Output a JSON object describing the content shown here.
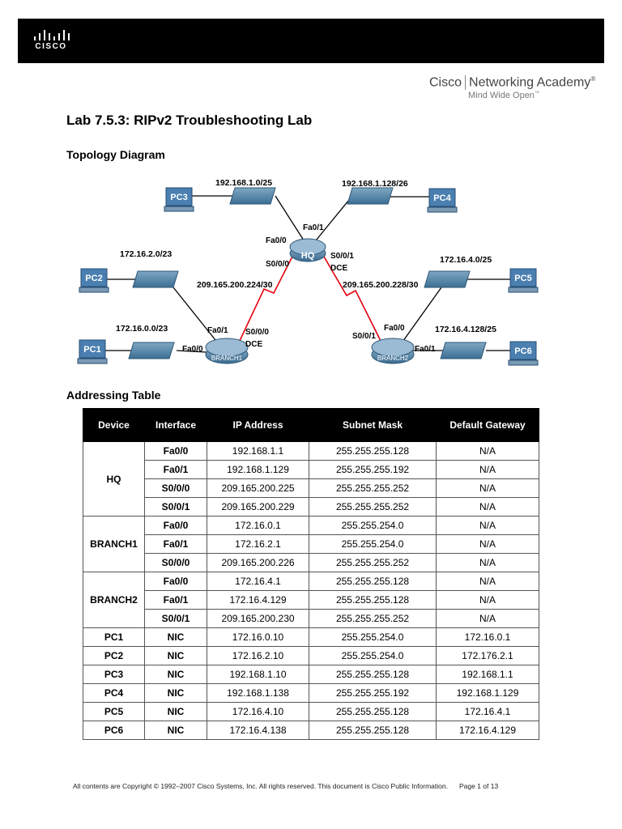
{
  "header": {
    "logo_text": "CISCO",
    "academy_brand_left": "Cisco",
    "academy_brand_right": "Networking Academy",
    "academy_registered": "®",
    "academy_tagline": "Mind Wide Open",
    "academy_tm": "™"
  },
  "lab_title": "Lab 7.5.3: RIPv2 Troubleshooting Lab",
  "topology": {
    "heading": "Topology Diagram",
    "networks": {
      "net_pc3": "192.168.1.0/25",
      "net_pc4": "192.168.1.128/26",
      "net_pc2": "172.16.2.0/23",
      "net_pc5": "172.16.4.0/25",
      "net_pc1": "172.16.0.0/23",
      "net_pc6": "172.16.4.128/25",
      "wan_left": "209.165.200.224/30",
      "wan_right": "209.165.200.228/30"
    },
    "devices": {
      "hq": "HQ",
      "branch1": "BRANCH1",
      "branch2": "BRANCH2",
      "pc1": "PC1",
      "pc2": "PC2",
      "pc3": "PC3",
      "pc4": "PC4",
      "pc5": "PC5",
      "pc6": "PC6"
    },
    "interfaces": {
      "hq_fa01": "Fa0/1",
      "hq_fa00": "Fa0/0",
      "hq_s000": "S0/0/0",
      "hq_s001": "S0/0/1",
      "hq_dce": "DCE",
      "b1_fa01": "Fa0/1",
      "b1_fa00": "Fa0/0",
      "b1_s000": "S0/0/0",
      "b1_dce": "DCE",
      "b2_s001": "S0/0/1",
      "b2_fa00": "Fa0/0",
      "b2_fa01": "Fa0/1"
    },
    "colors": {
      "wan_link": "#e8000d",
      "device_blue": "#3c6f93",
      "pc_blue": "#4a7fb0"
    }
  },
  "addressing": {
    "heading": "Addressing Table",
    "columns": [
      "Device",
      "Interface",
      "IP Address",
      "Subnet Mask",
      "Default Gateway"
    ],
    "groups": [
      {
        "device": "HQ",
        "rows": [
          [
            "Fa0/0",
            "192.168.1.1",
            "255.255.255.128",
            "N/A"
          ],
          [
            "Fa0/1",
            "192.168.1.129",
            "255.255.255.192",
            "N/A"
          ],
          [
            "S0/0/0",
            "209.165.200.225",
            "255.255.255.252",
            "N/A"
          ],
          [
            "S0/0/1",
            "209.165.200.229",
            "255.255.255.252",
            "N/A"
          ]
        ]
      },
      {
        "device": "BRANCH1",
        "rows": [
          [
            "Fa0/0",
            "172.16.0.1",
            "255.255.254.0",
            "N/A"
          ],
          [
            "Fa0/1",
            "172.16.2.1",
            "255.255.254.0",
            "N/A"
          ],
          [
            "S0/0/0",
            "209.165.200.226",
            "255.255.255.252",
            "N/A"
          ]
        ]
      },
      {
        "device": "BRANCH2",
        "rows": [
          [
            "Fa0/0",
            "172.16.4.1",
            "255.255.255.128",
            "N/A"
          ],
          [
            "Fa0/1",
            "172.16.4.129",
            "255.255.255.128",
            "N/A"
          ],
          [
            "S0/0/1",
            "209.165.200.230",
            "255.255.255.252",
            "N/A"
          ]
        ]
      },
      {
        "device": "PC1",
        "rows": [
          [
            "NIC",
            "172.16.0.10",
            "255.255.254.0",
            "172.16.0.1"
          ]
        ]
      },
      {
        "device": "PC2",
        "rows": [
          [
            "NIC",
            "172.16.2.10",
            "255.255.254.0",
            "172.176.2.1"
          ]
        ]
      },
      {
        "device": "PC3",
        "rows": [
          [
            "NIC",
            "192.168.1.10",
            "255.255.255.128",
            "192.168.1.1"
          ]
        ]
      },
      {
        "device": "PC4",
        "rows": [
          [
            "NIC",
            "192.168.1.138",
            "255.255.255.192",
            "192.168.1.129"
          ]
        ]
      },
      {
        "device": "PC5",
        "rows": [
          [
            "NIC",
            "172.16.4.10",
            "255.255.255.128",
            "172.16.4.1"
          ]
        ]
      },
      {
        "device": "PC6",
        "rows": [
          [
            "NIC",
            "172.16.4.138",
            "255.255.255.128",
            "172.16.4.129"
          ]
        ]
      }
    ]
  },
  "footer": {
    "copyright": "All contents are Copyright © 1992–2007 Cisco Systems, Inc. All rights reserved. This document is Cisco Public Information.",
    "page": "Page 1 of 13"
  }
}
